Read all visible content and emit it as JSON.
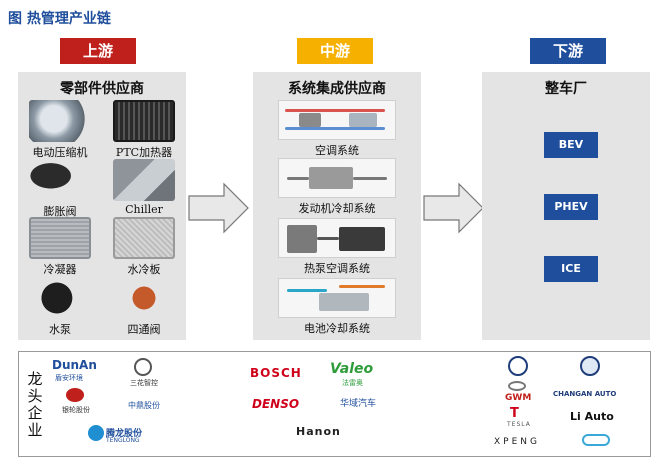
{
  "page": {
    "title": "图 热管理产业链"
  },
  "stages": {
    "upstream": "上游",
    "midstream": "中游",
    "downstream": "下游"
  },
  "upstream": {
    "title": "零部件供应商",
    "parts": [
      {
        "label": "电动压缩机",
        "icon": "compressor-icon"
      },
      {
        "label": "PTC加热器",
        "icon": "ptc-heater-icon"
      },
      {
        "label": "膨胀阀",
        "icon": "expansion-valve-icon"
      },
      {
        "label": "Chiller",
        "icon": "chiller-icon"
      },
      {
        "label": "冷凝器",
        "icon": "condenser-icon"
      },
      {
        "label": "水冷板",
        "icon": "cold-plate-icon"
      },
      {
        "label": "水泵",
        "icon": "water-pump-icon"
      },
      {
        "label": "四通阀",
        "icon": "four-way-valve-icon"
      }
    ]
  },
  "midstream": {
    "title": "系统集成供应商",
    "systems": [
      {
        "label": "空调系统"
      },
      {
        "label": "发动机冷却系统"
      },
      {
        "label": "热泵空调系统"
      },
      {
        "label": "电池冷却系统"
      }
    ]
  },
  "downstream": {
    "title": "整车厂",
    "vehicle_types": [
      "BEV",
      "PHEV",
      "ICE"
    ]
  },
  "leaders": {
    "label": "龙头企业",
    "supplier_logos": [
      "DunAn",
      "盾安环境",
      "三花智控",
      "银轮股份",
      "中鼎股份",
      "TENGLONG",
      "腾龙股份"
    ],
    "integrator_logos": [
      "BOSCH",
      "Valeo",
      "法雷奥",
      "DENSO",
      "华域汽车",
      "Hanon"
    ],
    "oem_logos": [
      "GWM",
      "CHANGAN AUTO",
      "TESLA",
      "Li Auto",
      "XPENG"
    ]
  },
  "colors": {
    "upstream": "#c0201c",
    "midstream": "#f5b000",
    "downstream": "#1f4e9c",
    "panel": "#e4e4e4"
  }
}
